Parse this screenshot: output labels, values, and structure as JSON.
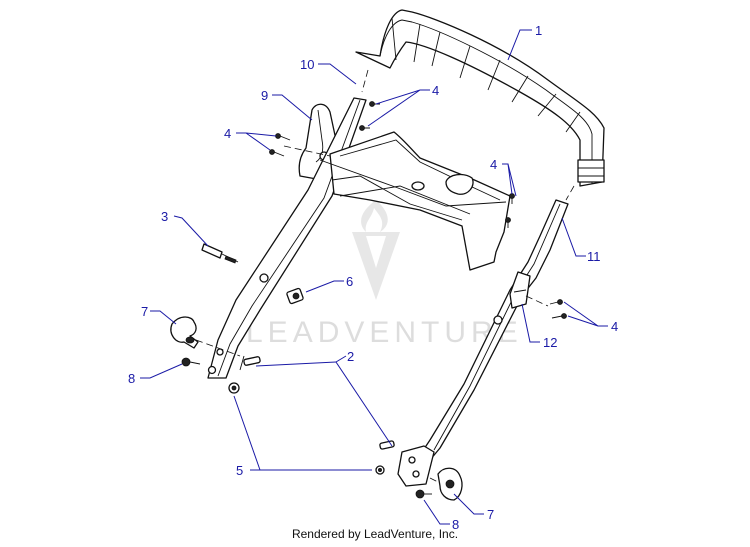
{
  "watermark": {
    "text": "LEADVENTURE"
  },
  "footer": {
    "text": "Rendered by LeadVenture, Inc."
  },
  "callouts": [
    {
      "id": "c1",
      "label": "1"
    },
    {
      "id": "c2",
      "label": "2"
    },
    {
      "id": "c3",
      "label": "3"
    },
    {
      "id": "c4a",
      "label": "4"
    },
    {
      "id": "c4b",
      "label": "4"
    },
    {
      "id": "c4c",
      "label": "4"
    },
    {
      "id": "c4d",
      "label": "4"
    },
    {
      "id": "c5",
      "label": "5"
    },
    {
      "id": "c6",
      "label": "6"
    },
    {
      "id": "c7a",
      "label": "7"
    },
    {
      "id": "c7b",
      "label": "7"
    },
    {
      "id": "c8a",
      "label": "8"
    },
    {
      "id": "c8b",
      "label": "8"
    },
    {
      "id": "c9",
      "label": "9"
    },
    {
      "id": "c10",
      "label": "10"
    },
    {
      "id": "c11",
      "label": "11"
    },
    {
      "id": "c12",
      "label": "12"
    }
  ],
  "colors": {
    "callout": "#1a1aa6",
    "line": "#111111",
    "watermark": "#c8c8c8"
  }
}
